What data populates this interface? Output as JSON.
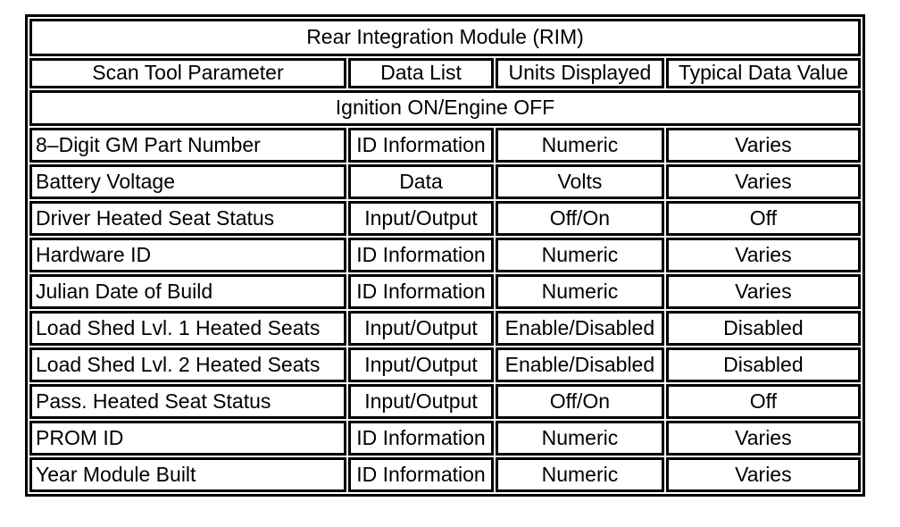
{
  "table": {
    "title": "Rear Integration Module (RIM)",
    "columns": [
      "Scan Tool Parameter",
      "Data List",
      "Units Displayed",
      "Typical Data Value"
    ],
    "section_header": "Ignition ON/Engine OFF",
    "rows": [
      {
        "parameter": "8–Digit GM Part Number",
        "data_list": "ID Information",
        "units": "Numeric",
        "typical": "Varies"
      },
      {
        "parameter": "Battery Voltage",
        "data_list": "Data",
        "units": "Volts",
        "typical": "Varies"
      },
      {
        "parameter": "Driver Heated Seat Status",
        "data_list": "Input/Output",
        "units": "Off/On",
        "typical": "Off"
      },
      {
        "parameter": "Hardware ID",
        "data_list": "ID Information",
        "units": "Numeric",
        "typical": "Varies"
      },
      {
        "parameter": "Julian Date of Build",
        "data_list": "ID Information",
        "units": "Numeric",
        "typical": "Varies"
      },
      {
        "parameter": "Load Shed Lvl. 1 Heated Seats",
        "data_list": "Input/Output",
        "units": "Enable/Disabled",
        "typical": "Disabled"
      },
      {
        "parameter": "Load Shed Lvl. 2 Heated Seats",
        "data_list": "Input/Output",
        "units": "Enable/Disabled",
        "typical": "Disabled"
      },
      {
        "parameter": "Pass. Heated Seat Status",
        "data_list": "Input/Output",
        "units": "Off/On",
        "typical": "Off"
      },
      {
        "parameter": "PROM ID",
        "data_list": "ID Information",
        "units": "Numeric",
        "typical": "Varies"
      },
      {
        "parameter": "Year Module Built",
        "data_list": "ID Information",
        "units": "Numeric",
        "typical": "Varies"
      }
    ],
    "colors": {
      "border": "#000000",
      "background": "#ffffff",
      "text": "#000000"
    }
  }
}
